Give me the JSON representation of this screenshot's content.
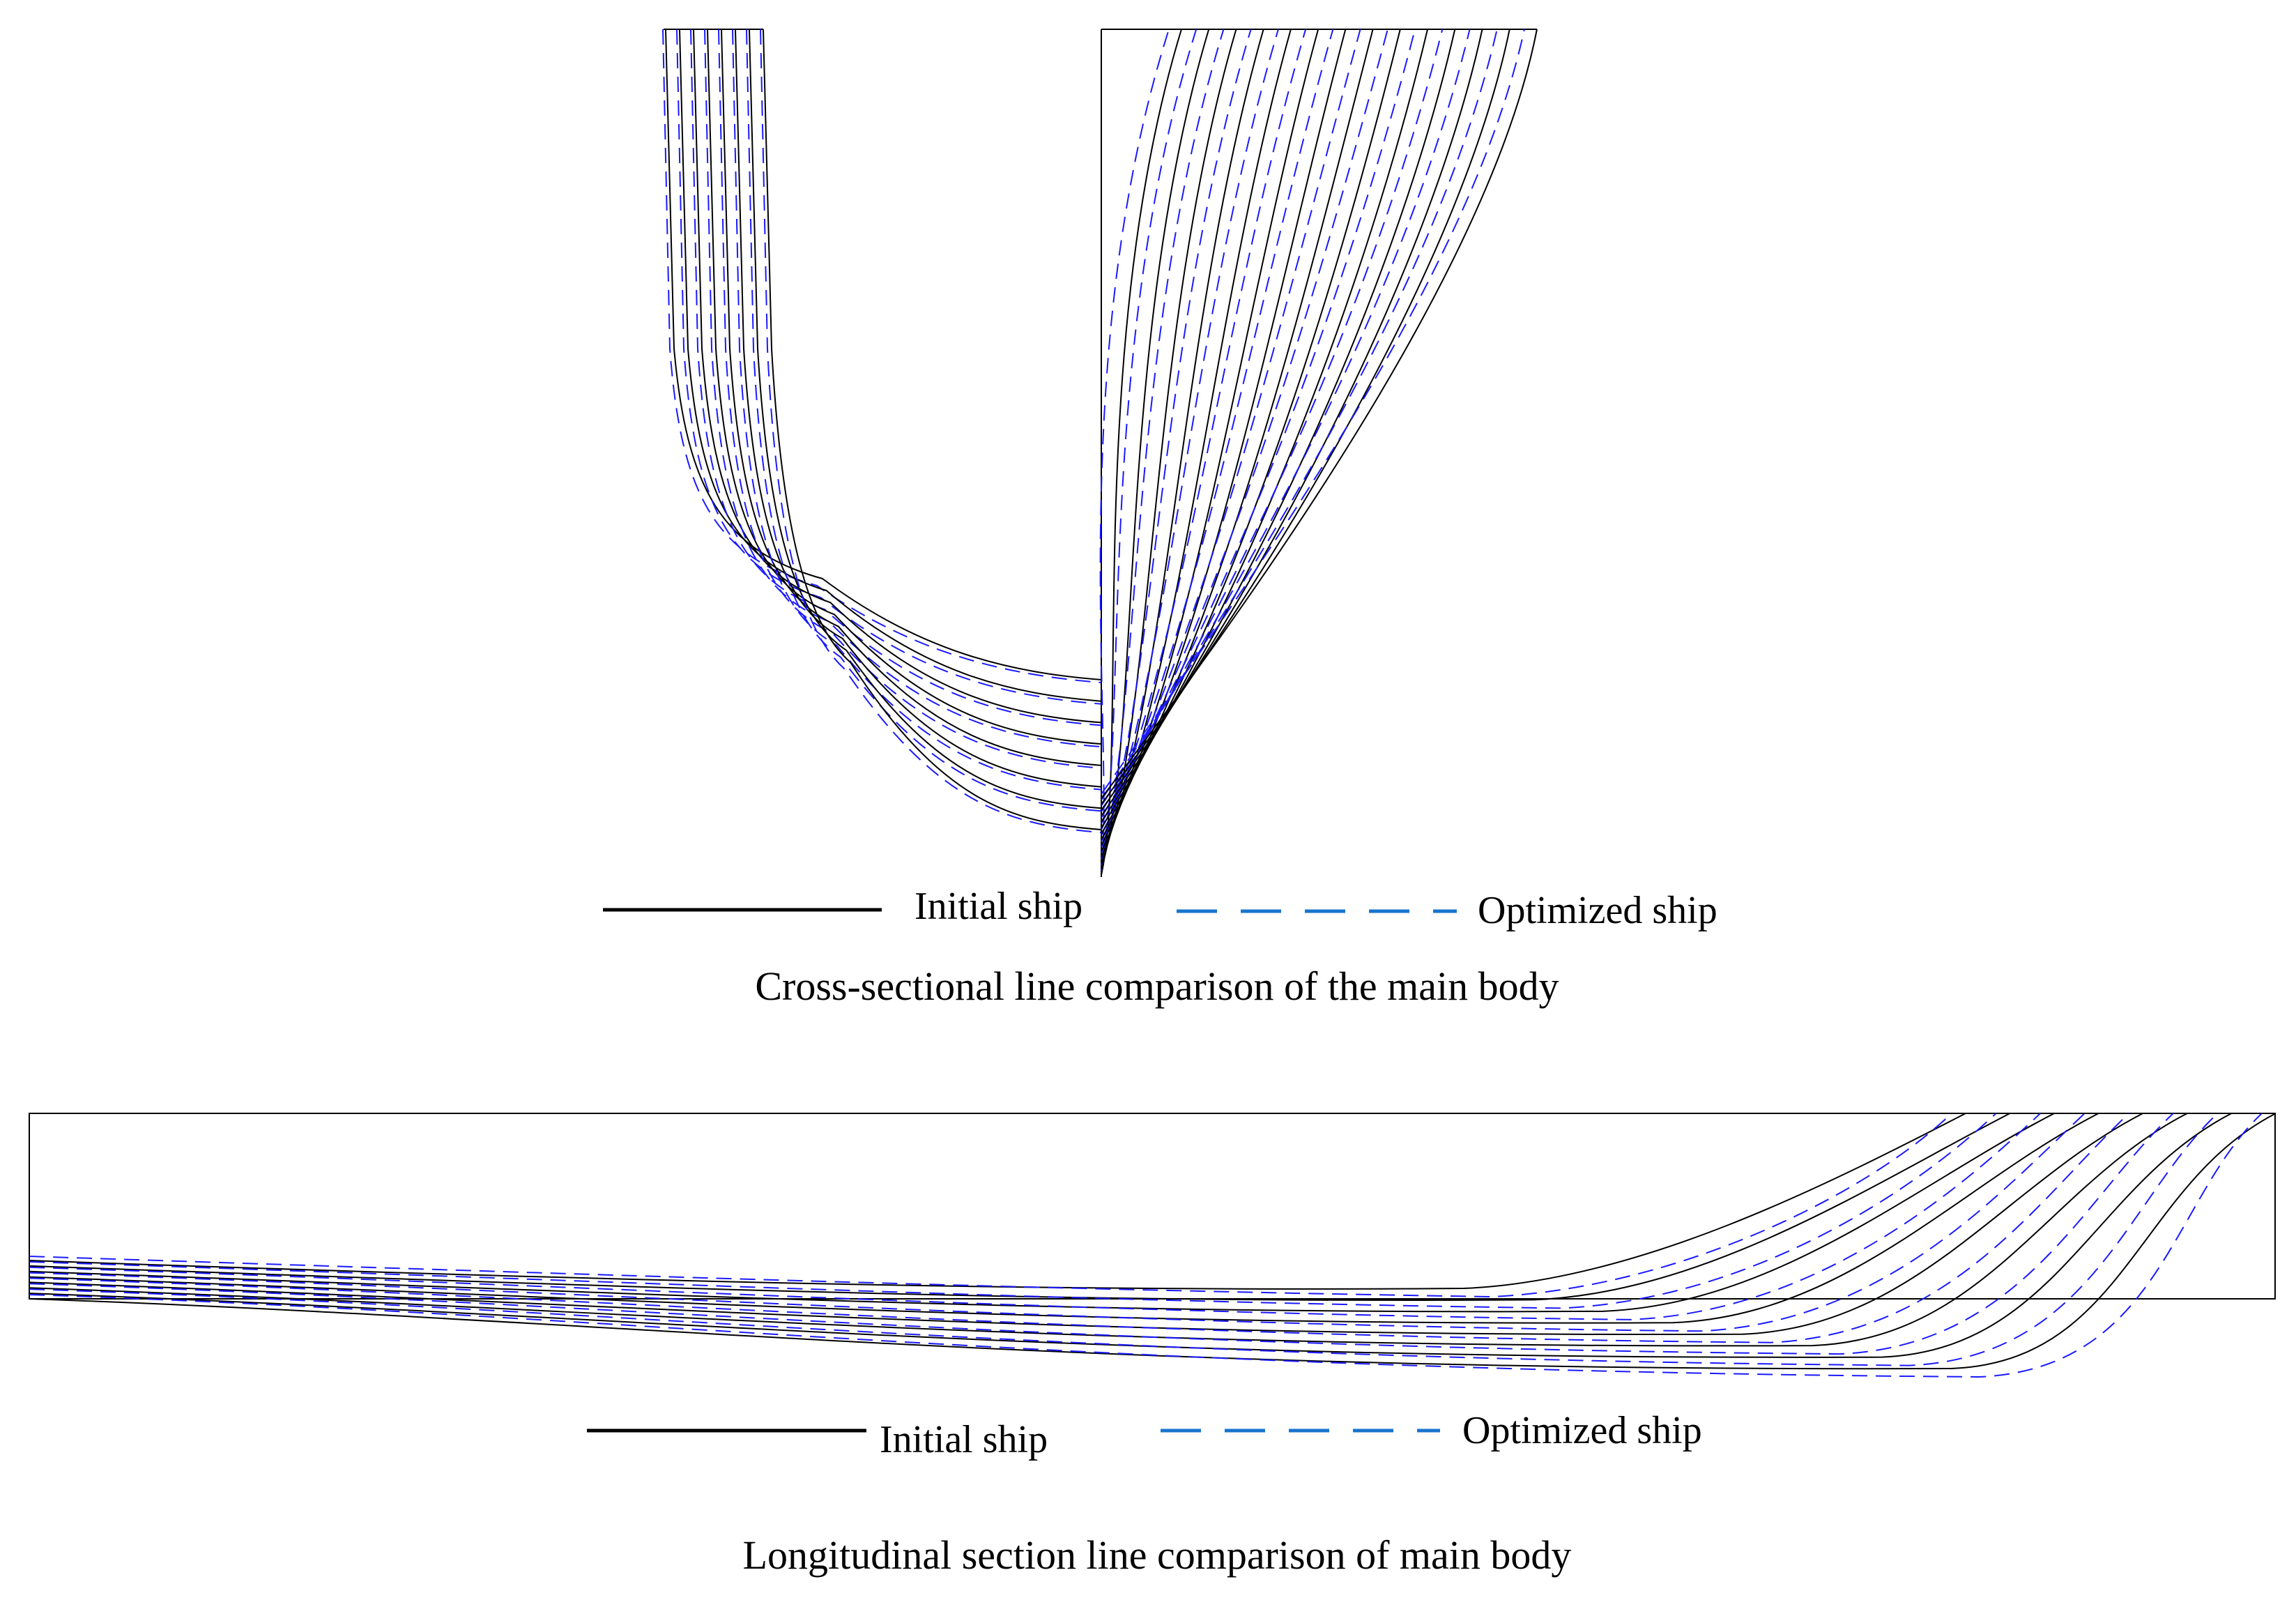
{
  "panels": [
    {
      "id": "cross",
      "caption": "Cross-sectional line comparison of the main body",
      "legend": [
        {
          "label": "Initial ship",
          "style": "solid",
          "color": "#000000"
        },
        {
          "label": "Optimized ship",
          "style": "dashed",
          "color": "#1874CD"
        }
      ]
    },
    {
      "id": "longitudinal",
      "caption": "Longitudinal section line comparison of main body",
      "legend": [
        {
          "label": "Initial ship",
          "style": "solid",
          "color": "#000000"
        },
        {
          "label": "Optimized ship",
          "style": "dashed",
          "color": "#1874CD"
        }
      ]
    }
  ],
  "colors": {
    "initial": "#000000",
    "optimized": "#1a1aff",
    "legend_optimized": "#1874CD"
  }
}
